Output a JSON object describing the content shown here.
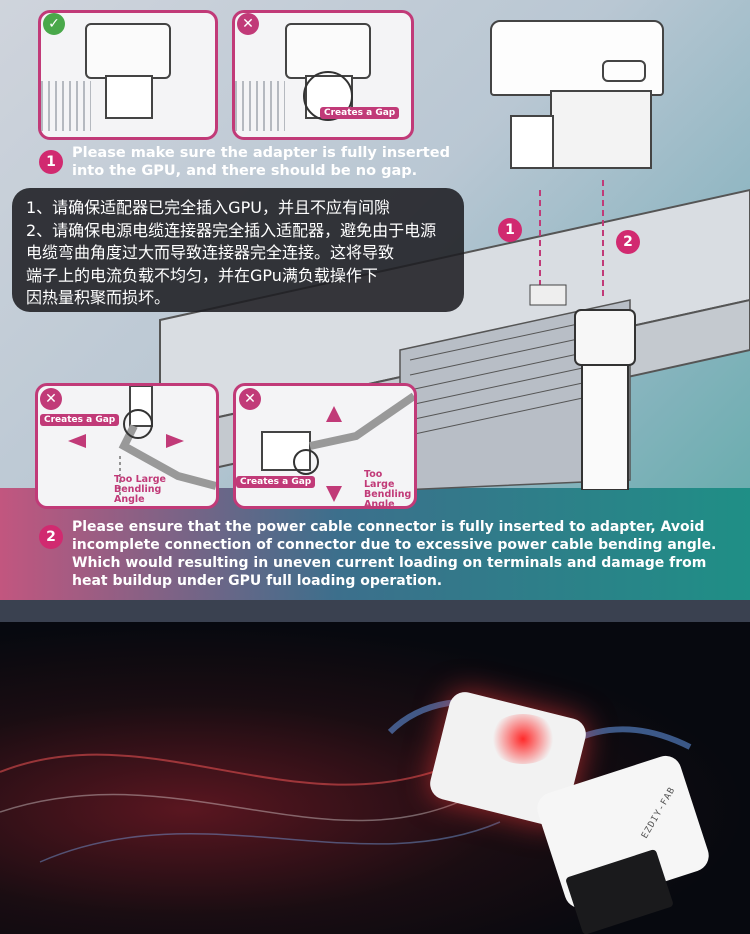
{
  "step1": {
    "number": "1",
    "text_line1": "Please make sure the adapter is fully inserted",
    "text_line2": "into the GPU, and there should be no gap."
  },
  "step2": {
    "number": "2",
    "text_line1": "Please ensure that the power cable connector is fully inserted to adapter, Avoid",
    "text_line2": "incomplete connection of connector due to excessive power cable bending angle.",
    "text_line3": "Which would resulting in uneven current loading on terminals and damage from",
    "text_line4": "heat buildup under GPU full loading operation."
  },
  "chinese_note": {
    "line1": "1、请确保适配器已完全插入GPU，并且不应有间隙",
    "line2": "2、请确保电源电缆连接器完全插入适配器，避免由于电源",
    "line3": "电缆弯曲角度过大而导致连接器完全连接。这将导致",
    "line4": "端子上的电流负载不均匀，并在GPu满负载操作下",
    "line5": "因热量积聚而损坏。"
  },
  "panels": {
    "good_mark": "✓",
    "bad_mark": "✕",
    "creates_gap": "Creates a Gap",
    "too_large": "Too Large",
    "bendling": "Bendling",
    "angle": "Angle"
  },
  "diagram_markers": [
    "1",
    "2"
  ],
  "product_label": "EZDIY-FAB",
  "colors": {
    "accent": "#c13a78",
    "good": "#49a84a",
    "teal": "#1f8f86"
  }
}
